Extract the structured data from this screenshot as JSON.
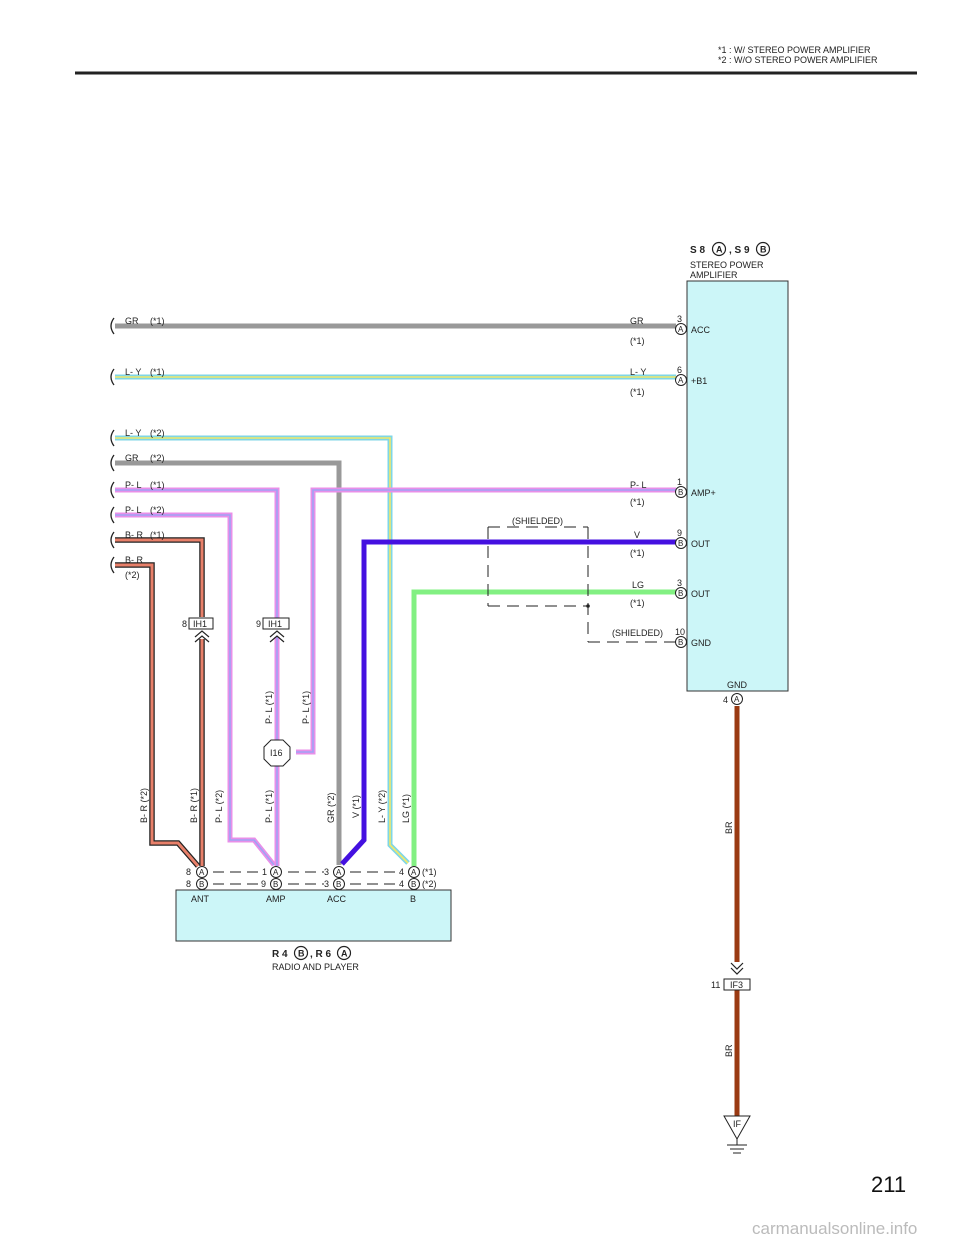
{
  "header": {
    "note1": "*1 : W/ STEREO POWER AMPLIFIER",
    "note2": "*2 : W/O STEREO POWER AMPLIFIER"
  },
  "amplifier": {
    "code_prefix_1": "S 8",
    "code_conn_1": "A",
    "code_sep": ", S 9",
    "code_conn_2": "B",
    "name_line1": "STEREO POWER",
    "name_line2": "AMPLIFIER",
    "pins": [
      {
        "num": "3",
        "conn": "A",
        "label": "ACC",
        "wire": "GR",
        "note": "(*1)"
      },
      {
        "num": "6",
        "conn": "A",
        "label": "+B1",
        "wire": "L- Y",
        "note": "(*1)"
      },
      {
        "num": "1",
        "conn": "B",
        "label": "AMP+",
        "wire": "P- L",
        "note": "(*1)"
      },
      {
        "num": "9",
        "conn": "B",
        "label": "OUT",
        "wire": "V",
        "note": "(*1)"
      },
      {
        "num": "3",
        "conn": "B",
        "label": "OUT",
        "wire": "LG",
        "note": "(*1)"
      },
      {
        "num": "10",
        "conn": "B",
        "label": "GND",
        "wire": "",
        "note": ""
      }
    ],
    "gnd_label": "GND",
    "gnd_num": "4",
    "gnd_conn": "A"
  },
  "shielded": {
    "top": "(SHIELDED)",
    "bottom": "(SHIELDED)"
  },
  "left_wires": [
    {
      "color": "GR",
      "note": "(*1)"
    },
    {
      "color": "L- Y",
      "note": "(*1)"
    },
    {
      "color": "L- Y",
      "note": "(*2)"
    },
    {
      "color": "GR",
      "note": "(*2)"
    },
    {
      "color": "P- L",
      "note": "(*1)"
    },
    {
      "color": "P- L",
      "note": "(*2)"
    },
    {
      "color": "B- R",
      "note": "(*1)"
    },
    {
      "color": "B- R",
      "note": "(*2)"
    }
  ],
  "junctions": {
    "ih1_a_num": "8",
    "ih1_a_label": "IH1",
    "ih1_b_num": "9",
    "ih1_b_label": "IH1",
    "i16_label": "I16",
    "if3_num": "11",
    "if3_label": "IF3",
    "ground_label": "IF"
  },
  "vertical_labels": {
    "pl1_upper": "P- L (*1)",
    "pl1_upper_b": "P- L (*1)",
    "br2": "B- R (*2)",
    "br1": "B- R (*1)",
    "pl2": "P- L (*2)",
    "pl1_lower": "P- L (*1)",
    "gr2": "GR (*2)",
    "v1": "V (*1)",
    "ly2": "L- Y (*2)",
    "lg1": "LG (*1)",
    "br_upper": "BR",
    "br_lower": "BR"
  },
  "radio": {
    "pins_a": [
      {
        "num": "8",
        "conn": "A"
      },
      {
        "num": "1",
        "conn": "A"
      },
      {
        "num": "3",
        "conn": "A"
      },
      {
        "num": "4",
        "conn": "A"
      }
    ],
    "pins_b": [
      {
        "num": "8",
        "conn": "B"
      },
      {
        "num": "9",
        "conn": "B"
      },
      {
        "num": "3",
        "conn": "B"
      },
      {
        "num": "4",
        "conn": "B"
      }
    ],
    "note_a": "(*1)",
    "note_b": "(*2)",
    "labels": [
      "ANT",
      "AMP",
      "ACC",
      "B"
    ],
    "code_prefix_1": "R 4",
    "code_conn_1": "B",
    "code_sep": ", R 6",
    "code_conn_2": "A",
    "name": "RADIO AND PLAYER"
  },
  "page_number": "211",
  "watermark": "carmanualsonline.info",
  "colors": {
    "GR": "#999999",
    "LY_outer": "#7fd6e6",
    "LY_inner": "#f1e86a",
    "PL_outer": "#e88fe8",
    "PL_inner": "#9fa3f5",
    "BR_outer": "#e8806a",
    "V": "#4410e0",
    "LG": "#82f082",
    "BR": "#9a3a12",
    "box_fill": "#ccf6f8"
  }
}
